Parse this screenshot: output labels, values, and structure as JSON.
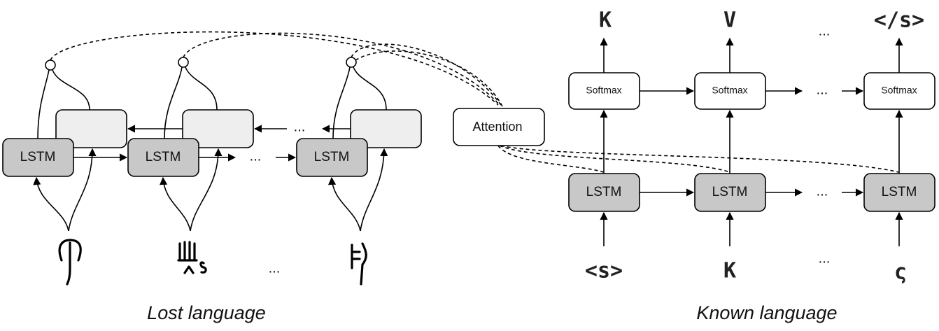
{
  "lost": {
    "encoder_label": "LSTM",
    "ellipsis": "...",
    "caption": "Lost language",
    "glyph_icons": [
      "lost-glyph-1-icon",
      "lost-glyph-2-icon",
      "lost-glyph-3-icon"
    ]
  },
  "attention": {
    "label": "Attention"
  },
  "known": {
    "decoder_label": "LSTM",
    "softmax_label": "Softmax",
    "ellipsis": "...",
    "outputs": [
      "K",
      "V",
      "</s>"
    ],
    "inputs": [
      "<s>",
      "K",
      "ς"
    ],
    "caption": "Known language"
  },
  "colors": {
    "lstm": "#c8c8c8",
    "hidden": "#eeeeee",
    "stroke": "#000000"
  }
}
